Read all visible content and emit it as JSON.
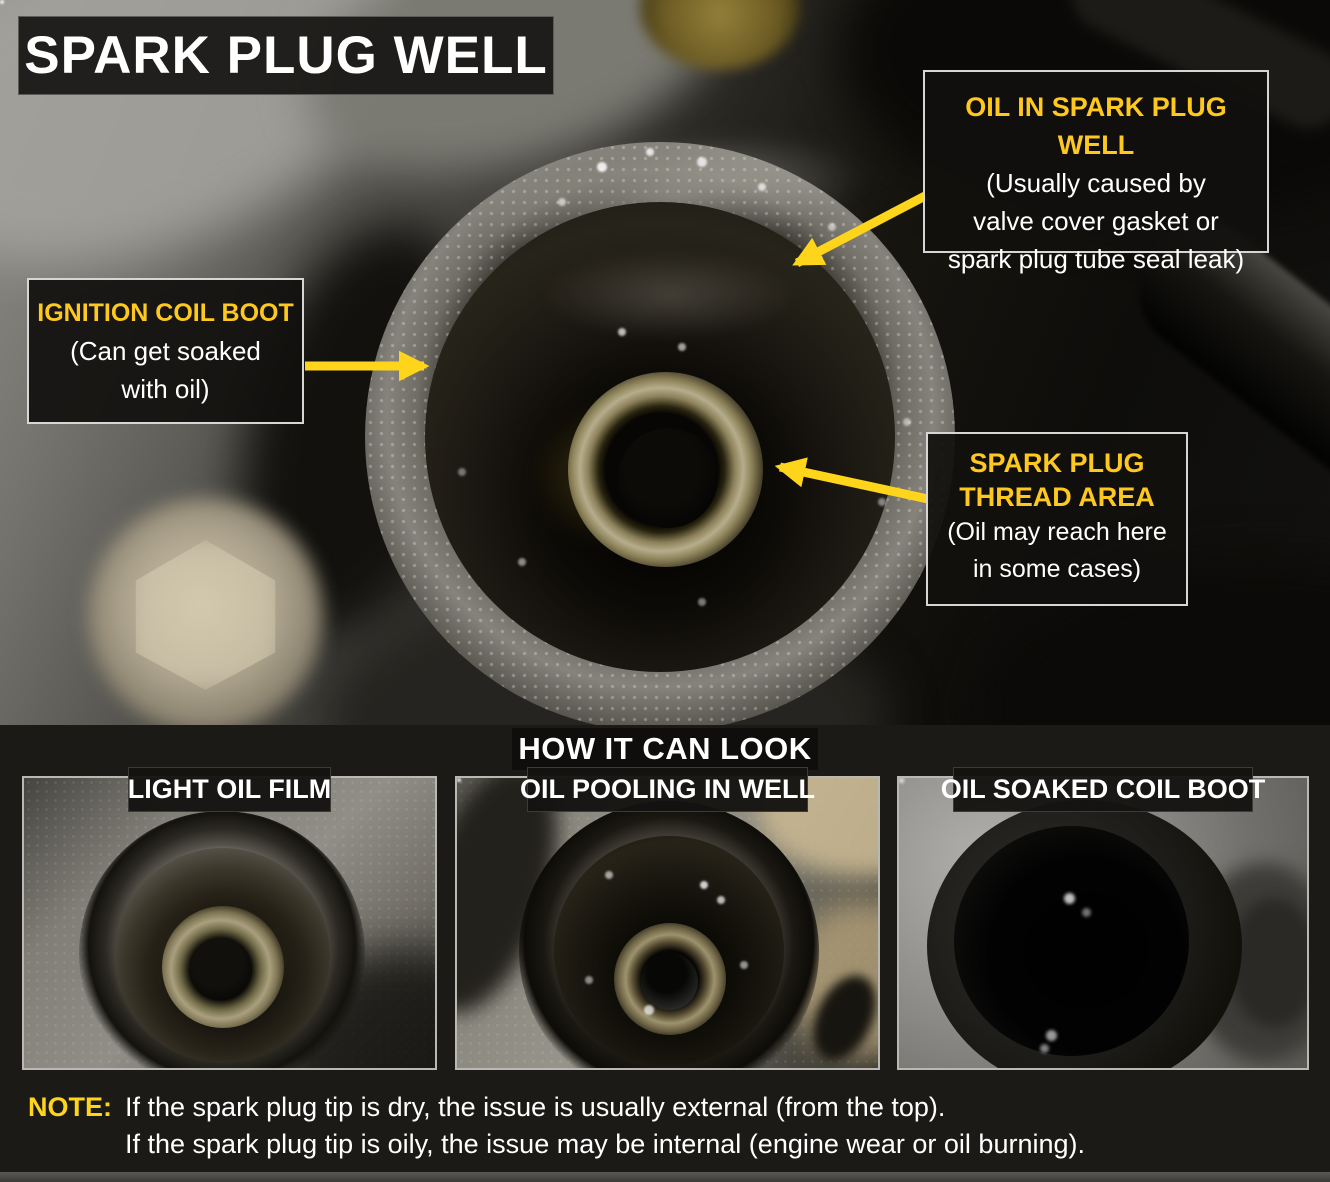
{
  "title": "SPARK PLUG WELL",
  "callouts": {
    "oil_in_well": {
      "heading": "OIL IN SPARK PLUG WELL",
      "lines": [
        "(Usually caused by",
        "valve cover gasket or",
        "spark plug tube seal leak)"
      ]
    },
    "ignition_coil_boot": {
      "heading": "IGNITION COIL BOOT",
      "lines": [
        "(Can get soaked",
        "with oil)"
      ]
    },
    "thread_area": {
      "heading_lines": [
        "SPARK PLUG",
        "THREAD AREA"
      ],
      "lines": [
        "(Oil may reach here",
        "in some cases)"
      ]
    }
  },
  "gallery": {
    "heading": "HOW IT CAN LOOK",
    "panels": [
      {
        "label": "LIGHT OIL FILM"
      },
      {
        "label": "OIL POOLING IN WELL"
      },
      {
        "label": "OIL SOAKED COIL BOOT"
      }
    ]
  },
  "note": {
    "label": "NOTE:",
    "line1": "If the spark plug tip is dry, the issue is usually external (from the top).",
    "line2": "If the spark plug tip is oily, the issue may be internal (engine wear or oil burning)."
  },
  "colors": {
    "accent_yellow": "#FFC81E",
    "arrow_yellow": "#FFD51C",
    "callout_background": "#11100E",
    "callout_border": "#D6D6D4"
  }
}
